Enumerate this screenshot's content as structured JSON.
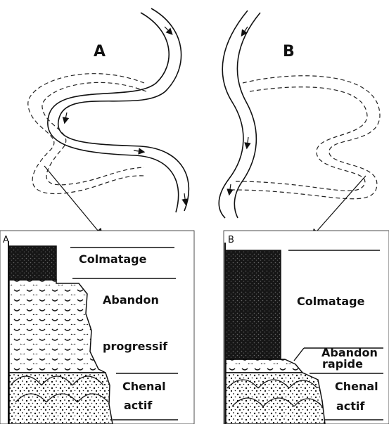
{
  "plan_view": {
    "a_label": "A",
    "b_label": "B"
  },
  "section_a": {
    "corner_label": "A",
    "labels": [
      "Colmatage",
      "Abandon",
      "progressif",
      "Chenal",
      "actif"
    ]
  },
  "section_b": {
    "corner_label": "B",
    "labels": [
      "Colmatage",
      "Abandon",
      "rapide",
      "Chenal",
      "actif"
    ]
  }
}
